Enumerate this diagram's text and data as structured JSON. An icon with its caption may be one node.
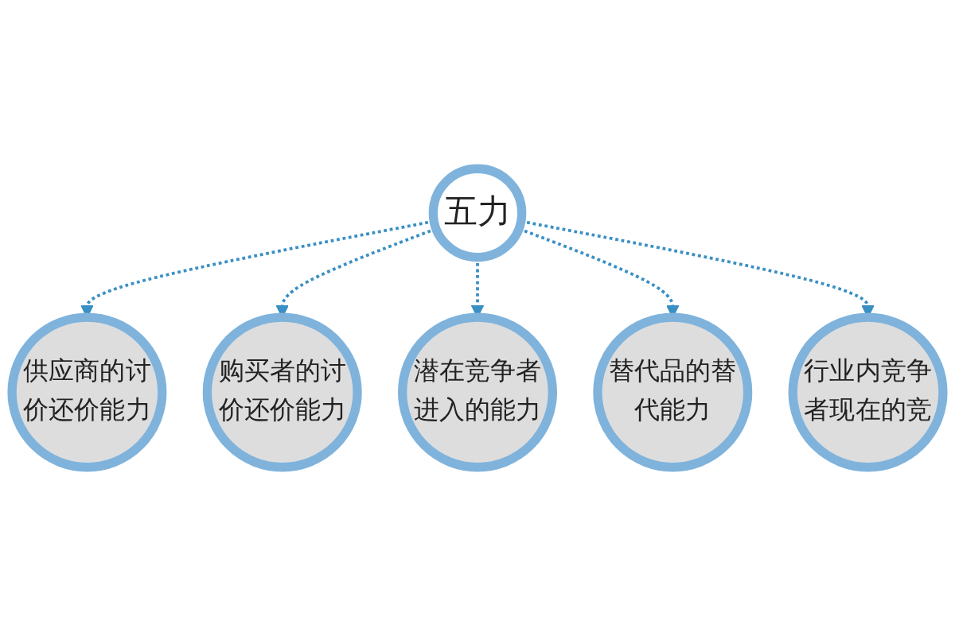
{
  "diagram": {
    "nodes": [
      {
        "text": [
          "五力"
        ]
      },
      {
        "text": [
          "供应商的讨价还价能力"
        ]
      },
      {
        "text": [
          "购买者的讨价还价能力"
        ]
      },
      {
        "text": [
          "潜在竞争者进入的能力"
        ]
      },
      {
        "text": [
          "替代品的替代能力"
        ]
      },
      {
        "text": [
          "行业内竞争者现在的竞"
        ]
      }
    ],
    "edges": [
      {
        "from": 0,
        "to": 1,
        "arrow": "to",
        "style": "dashed"
      },
      {
        "from": 0,
        "to": 2,
        "arrow": "to",
        "style": "dashed"
      },
      {
        "from": 0,
        "to": 3,
        "arrow": "to",
        "style": "dashed"
      },
      {
        "from": 0,
        "to": 4,
        "arrow": "to",
        "style": "dashed"
      },
      {
        "from": 0,
        "to": 5,
        "arrow": "to",
        "style": "dashed"
      }
    ]
  }
}
